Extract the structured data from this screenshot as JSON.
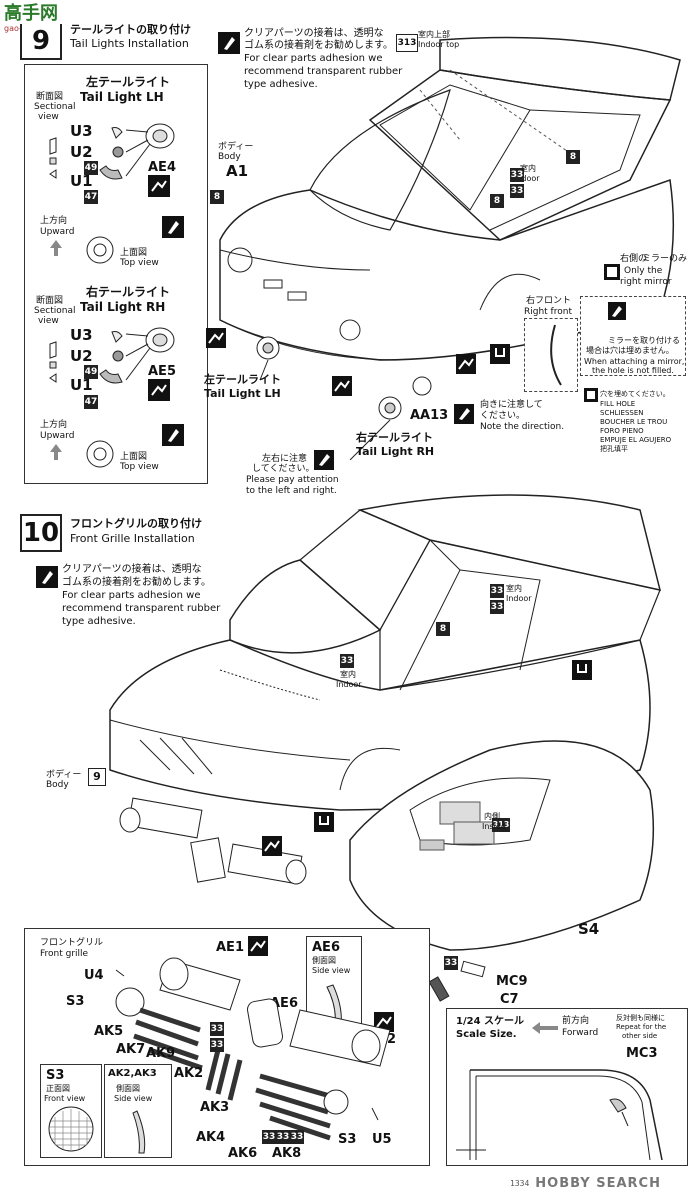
{
  "watermark_top": "高手网",
  "watermark_url": "gao-shou.com",
  "step9": {
    "number": "9",
    "title_jp": "テールライトの取り付け",
    "title_en": "Tail Lights Installation",
    "note_jp_1": "クリアパーツの接着は、透明な",
    "note_jp_2": "ゴム系の接着剤をお勧めします。",
    "note_en_1": "For clear parts adhesion we",
    "note_en_2": "recommend transparent rubber",
    "note_en_3": "type adhesive.",
    "left_panel": {
      "lh_title_jp": "左テールライト",
      "lh_title_en": "Tail Light  LH",
      "rh_title_jp": "右テールライト",
      "rh_title_en": "Tail Light  RH",
      "section_jp": "断面図",
      "section_en_1": "Sectional",
      "section_en_2": "view",
      "parts": [
        "U3",
        "U2",
        "U1"
      ],
      "color_49": "49",
      "color_47": "47",
      "ae4": "AE4",
      "ae5": "AE5",
      "upward_jp": "上方向",
      "upward_en": "Upward",
      "topview_jp": "上面図",
      "topview_en": "Top view"
    },
    "body_jp": "ボディー",
    "body_en": "Body",
    "body_part": "A1",
    "c8": "8",
    "c313": "313",
    "c33": "33",
    "indoor_top_jp": "室内上部",
    "indoor_top_en": "Indoor top",
    "indoor_jp": "室内",
    "indoor_en": "Indoor",
    "mirror_jp": "右側の",
    "mirror_jp2": "ミラーのみ",
    "mirror_en_1": "Only the",
    "mirror_en_2": "right mirror",
    "right_front_jp": "右フロント",
    "right_front_en": "Right front",
    "hole_note_jp_1": "ミラーを取り付ける",
    "hole_note_jp_2": "場合は穴は埋めません。",
    "hole_note_en_1": "When attaching a mirror,",
    "hole_note_en_2": "the hole is not filled.",
    "fill_hole_jp": "穴を埋めてください。",
    "fill_hole_lines": [
      "FILL HOLE",
      "SCHLIESSEN",
      "BOUCHER LE TROU",
      "FORO PIENO",
      "EMPUJE EL AGUJERO",
      "把孔填平"
    ],
    "tail_lh_jp": "左テールライト",
    "tail_lh_en": "Tail Light  LH",
    "tail_rh_jp": "右テールライト",
    "tail_rh_en": "Tail Light  RH",
    "aa13": "AA13",
    "direction_jp_1": "向きに注意して",
    "direction_jp_2": "ください。",
    "direction_en": "Note the direction.",
    "lr_jp_1": "左右に注意",
    "lr_jp_2": "してください。",
    "lr_en_1": "Please pay attention",
    "lr_en_2": "to the left and right."
  },
  "step10": {
    "number": "10",
    "title_jp": "フロントグリルの取り付け",
    "title_en": "Front Grille Installation",
    "note_jp_1": "クリアパーツの接着は、透明な",
    "note_jp_2": "ゴム系の接着剤をお勧めします。",
    "note_en_1": "For clear parts adhesion we",
    "note_en_2": "recommend transparent rubber",
    "note_en_3": "type adhesive.",
    "body_jp": "ボディー",
    "body_en": "Body",
    "body_step": "9",
    "c33": "33",
    "c8": "8",
    "c313": "313",
    "indoor_jp": "室内",
    "indoor_en": "Indoor",
    "inside_jp": "内側",
    "inside_en": "Inside",
    "s4": "S4",
    "mc9": "MC9",
    "c7": "C7",
    "grille_panel": {
      "title_jp": "フロントグリル",
      "title_en": "Front grille",
      "ae1": "AE1",
      "ae6_label": "AE6",
      "ae6_side_jp": "側面図",
      "ae6_side_en": "Side view",
      "u4": "U4",
      "s3": "S3",
      "ae6": "AE6",
      "ae2": "AE2",
      "ak5": "AK5",
      "ak7": "AK7",
      "ak9": "AK9",
      "ak2": "AK2",
      "ak3": "AK3",
      "ak4": "AK4",
      "ak6": "AK6",
      "ak8": "AK8",
      "s3b": "S3",
      "u5": "U5",
      "s3_front_label": "S3",
      "s3_front_jp": "正面図",
      "s3_front_en": "Front view",
      "ak23_label": "AK2,AK3",
      "ak23_side_jp": "側面図",
      "ak23_side_en": "Side view"
    },
    "scale_panel": {
      "scale_jp": "1/24 スケール",
      "scale_en": "Scale Size.",
      "forward_jp": "前方向",
      "forward_en": "Forward",
      "repeat_jp": "反対側も同様に",
      "repeat_en_1": "Repeat for the",
      "repeat_en_2": "other side",
      "mc3": "MC3"
    }
  },
  "footer": {
    "code": "1334",
    "brand": "HOBBY SEARCH"
  }
}
